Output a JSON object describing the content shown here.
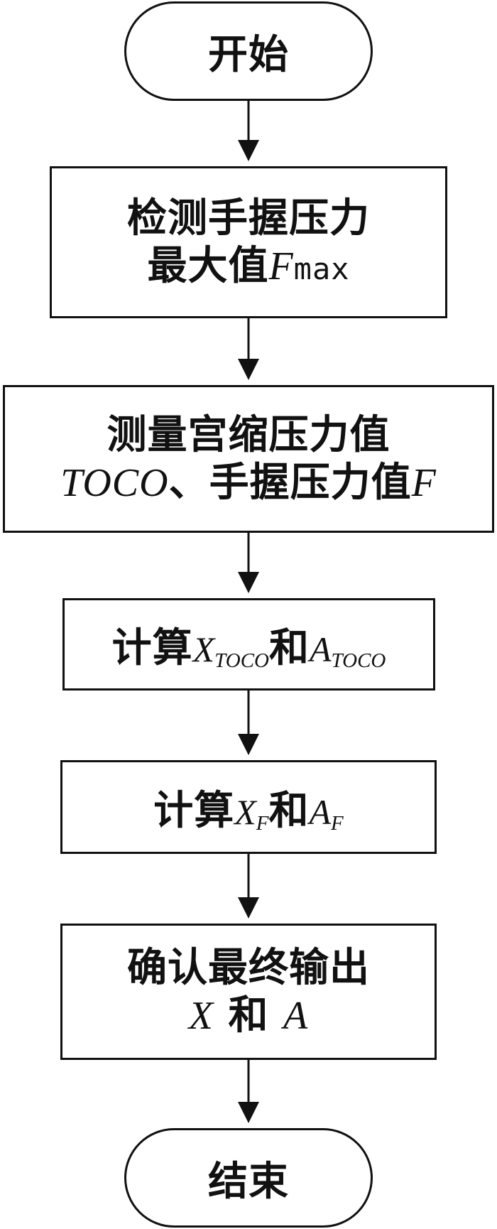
{
  "flowchart": {
    "start": "开始",
    "step1": {
      "line1": "检测手握压力",
      "line2_prefix": "最大值",
      "line2_var": "F",
      "line2_sub": "max"
    },
    "step2": {
      "line1": "测量宫缩压力值",
      "line2_var": "TOCO",
      "line2_text": "、手握压力值",
      "line2_end_var": "F"
    },
    "step3": {
      "prefix": "计算",
      "x": "X",
      "x_sub": "TOCO",
      "middle": "和",
      "a": "A",
      "a_sub": "TOCO"
    },
    "step4": {
      "prefix": "计算",
      "x": "X",
      "x_sub": "F",
      "middle": "和",
      "a": "A",
      "a_sub": "F"
    },
    "step5": {
      "line1": "确认最终输出",
      "x": "X",
      "middle": " 和 ",
      "a": "A"
    },
    "end": "结束"
  }
}
